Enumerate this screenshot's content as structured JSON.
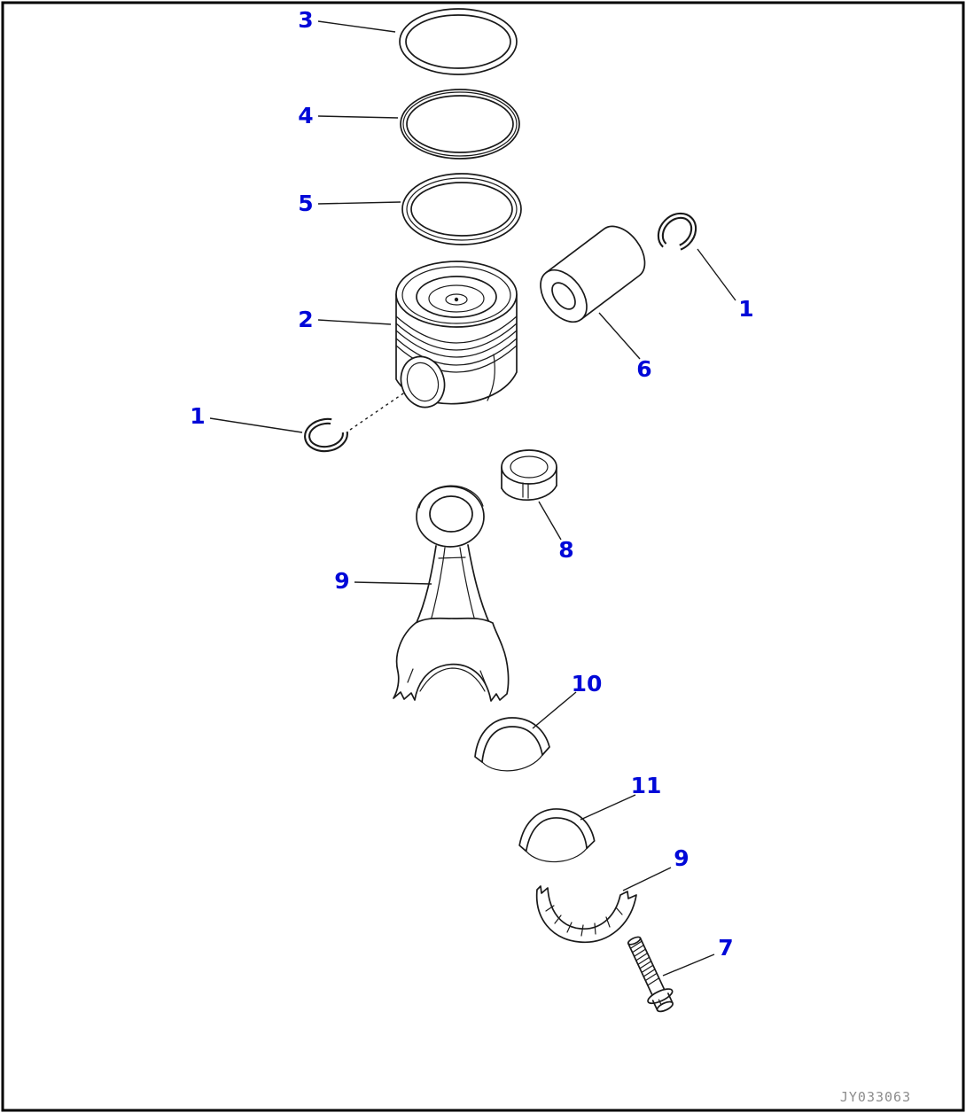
{
  "diagram": {
    "watermark": "JY033063",
    "colors": {
      "callout": "#0008d8",
      "line": "#1a1a1a",
      "watermark": "#8c8c8c"
    },
    "callouts": {
      "ring_top": "3",
      "ring_second": "4",
      "ring_oil": "5",
      "piston": "2",
      "snap_ring_right": "1",
      "piston_pin": "6",
      "snap_ring_left": "1",
      "small_end_bushing": "8",
      "connecting_rod": "9",
      "upper_bearing_shell": "10",
      "lower_bearing_shell": "11",
      "rod_cap": "9",
      "rod_bolt": "7"
    }
  }
}
